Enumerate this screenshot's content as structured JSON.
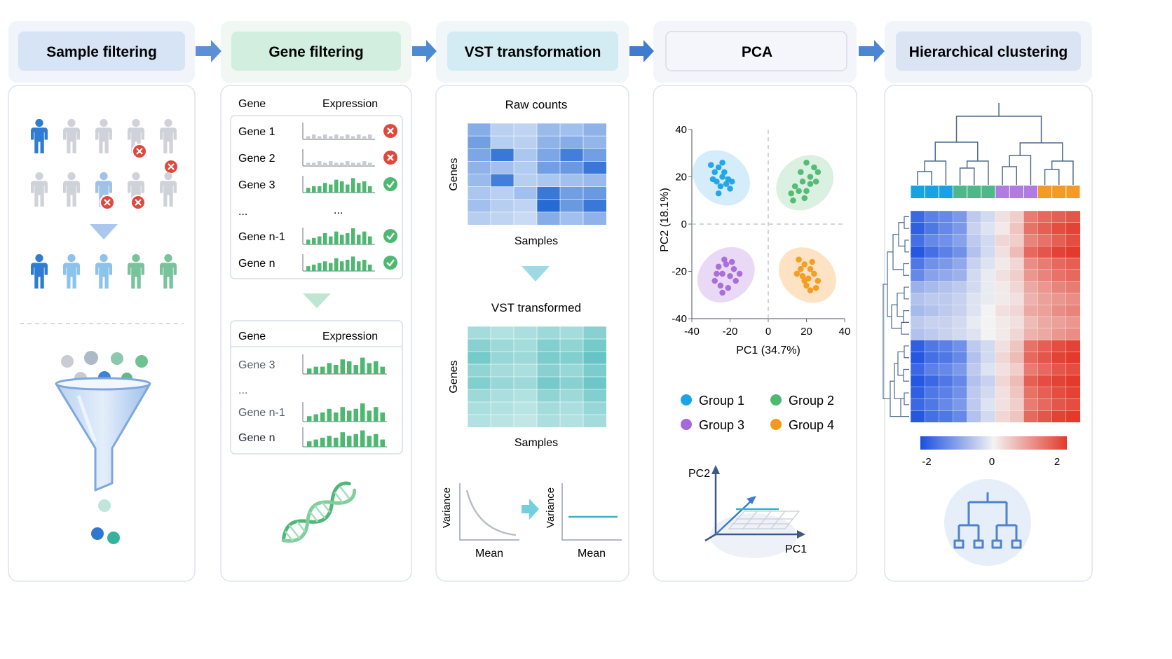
{
  "stages": [
    {
      "title": "Sample filtering",
      "color": "#d6e4f6"
    },
    {
      "title": "Gene filtering",
      "color": "#d2eedf"
    },
    {
      "title": "VST transformation",
      "color": "#d3ecf3"
    },
    {
      "title": "PCA",
      "color": "#eef2fb"
    },
    {
      "title": "Hierarchical clustering",
      "color": "#dbe4f3"
    }
  ],
  "gene_filter": {
    "header_gene": "Gene",
    "header_expression": "Expression",
    "rows_before": [
      {
        "gene": "Gene 1",
        "pass": false
      },
      {
        "gene": "Gene 2",
        "pass": false
      },
      {
        "gene": "Gene 3",
        "pass": true
      },
      {
        "gene": "...",
        "pass": null
      },
      {
        "gene": "Gene n-1",
        "pass": true
      },
      {
        "gene": "Gene n",
        "pass": true
      }
    ],
    "ellipsis_expr": "...",
    "rows_after": [
      "Gene 3",
      "...",
      "Gene n-1",
      "Gene n"
    ]
  },
  "vst": {
    "raw_title": "Raw counts",
    "transformed_title": "VST transformed",
    "axis_genes": "Genes",
    "axis_samples": "Samples",
    "variance_label": "Variance",
    "mean_label": "Mean"
  },
  "pca": {
    "xlabel": "PC1 (34.7%)",
    "ylabel": "PC2 (18.1%)",
    "ticks": [
      "-40",
      "-20",
      "0",
      "20",
      "40"
    ],
    "axis3d_pc1": "PC1",
    "axis3d_pc2": "PC2",
    "groups": [
      {
        "name": "Group 1",
        "color": "#1aa3e8"
      },
      {
        "name": "Group 2",
        "color": "#4cb870"
      },
      {
        "name": "Group 3",
        "color": "#a66ad8"
      },
      {
        "name": "Group 4",
        "color": "#f39a1c"
      }
    ]
  },
  "clustering": {
    "colorbar_ticks": [
      "-2",
      "0",
      "2"
    ],
    "column_colors": [
      "#17a2e6",
      "#17a2e6",
      "#17a2e6",
      "#4db88a",
      "#4db88a",
      "#4db88a",
      "#b07ce0",
      "#b07ce0",
      "#b07ce0",
      "#f59a22",
      "#f59a22",
      "#f59a22"
    ]
  },
  "icons": [
    "person-icon",
    "reject-icon",
    "check-icon",
    "funnel-icon",
    "dna-icon",
    "dendrogram-icon",
    "arrow-right-icon",
    "arrow-down-icon"
  ],
  "chart_data": [
    {
      "type": "scatter",
      "title": "",
      "xlabel": "PC1 (34.7%)",
      "ylabel": "PC2 (18.1%)",
      "xlim": [
        -40,
        40
      ],
      "ylim": [
        -40,
        40
      ],
      "grid": false,
      "legend": "bottom",
      "series": [
        {
          "name": "Group 1",
          "points": [
            [
              -30,
              25
            ],
            [
              -28,
              22
            ],
            [
              -26,
              24
            ],
            [
              -27,
              18
            ],
            [
              -24,
              20
            ],
            [
              -22,
              17
            ],
            [
              -20,
              15
            ],
            [
              -25,
              16
            ],
            [
              -29,
              19
            ],
            [
              -23,
              22
            ],
            [
              -21,
              19
            ],
            [
              -26,
              13
            ],
            [
              -19,
              18
            ],
            [
              -24,
              26
            ]
          ]
        },
        {
          "name": "Group 2",
          "points": [
            [
              20,
              26
            ],
            [
              24,
              24
            ],
            [
              22,
              20
            ],
            [
              26,
              22
            ],
            [
              18,
              18
            ],
            [
              16,
              14
            ],
            [
              14,
              16
            ],
            [
              20,
              14
            ],
            [
              12,
              13
            ],
            [
              22,
              17
            ],
            [
              25,
              18
            ],
            [
              17,
              22
            ],
            [
              13,
              10
            ],
            [
              19,
              11
            ]
          ]
        },
        {
          "name": "Group 3",
          "points": [
            [
              -26,
              -18
            ],
            [
              -24,
              -21
            ],
            [
              -22,
              -17
            ],
            [
              -20,
              -22
            ],
            [
              -18,
              -19
            ],
            [
              -28,
              -24
            ],
            [
              -25,
              -26
            ],
            [
              -21,
              -27
            ],
            [
              -17,
              -24
            ],
            [
              -23,
              -15
            ],
            [
              -27,
              -21
            ],
            [
              -19,
              -16
            ],
            [
              -24,
              -29
            ],
            [
              -15,
              -21
            ]
          ]
        },
        {
          "name": "Group 4",
          "points": [
            [
              16,
              -15
            ],
            [
              19,
              -17
            ],
            [
              22,
              -19
            ],
            [
              18,
              -22
            ],
            [
              21,
              -23
            ],
            [
              24,
              -21
            ],
            [
              20,
              -26
            ],
            [
              26,
              -24
            ],
            [
              17,
              -19
            ],
            [
              23,
              -16
            ],
            [
              25,
              -27
            ],
            [
              15,
              -21
            ],
            [
              19,
              -24
            ],
            [
              22,
              -28
            ]
          ]
        }
      ]
    },
    {
      "type": "heatmap",
      "title": "",
      "colorbar_range": [
        -2,
        2
      ],
      "rows": 18,
      "columns": 12,
      "values": [
        [
          -1.7,
          -1.4,
          -1.3,
          -1.1,
          -0.5,
          -0.3,
          0.2,
          0.4,
          1.3,
          1.5,
          1.6,
          1.7
        ],
        [
          -1.8,
          -1.5,
          -1.3,
          -1.1,
          -0.4,
          -0.2,
          0.1,
          0.5,
          1.4,
          1.6,
          1.8,
          1.9
        ],
        [
          -1.6,
          -1.3,
          -1.2,
          -1.0,
          -0.5,
          -0.3,
          0.3,
          0.4,
          1.2,
          1.4,
          1.6,
          1.8
        ],
        [
          -1.9,
          -1.6,
          -1.4,
          -1.2,
          -0.6,
          -0.3,
          0.2,
          0.6,
          1.5,
          1.7,
          1.9,
          2.0
        ],
        [
          -1.5,
          -1.2,
          -1.1,
          -0.9,
          -0.4,
          -0.2,
          0.1,
          0.3,
          1.1,
          1.3,
          1.5,
          1.6
        ],
        [
          -1.3,
          -1.0,
          -0.9,
          -0.8,
          -0.3,
          -0.1,
          0.2,
          0.4,
          1.0,
          1.2,
          1.4,
          1.5
        ],
        [
          -0.8,
          -0.7,
          -0.6,
          -0.5,
          -0.3,
          -0.1,
          0.1,
          0.3,
          0.8,
          1.0,
          1.2,
          1.3
        ],
        [
          -0.6,
          -0.5,
          -0.5,
          -0.4,
          -0.2,
          -0.1,
          0.1,
          0.2,
          0.7,
          0.9,
          1.0,
          1.1
        ],
        [
          -0.7,
          -0.6,
          -0.5,
          -0.4,
          -0.2,
          0.0,
          0.2,
          0.3,
          0.8,
          0.9,
          1.1,
          1.2
        ],
        [
          -0.5,
          -0.4,
          -0.4,
          -0.3,
          -0.1,
          0.0,
          0.1,
          0.2,
          0.6,
          0.8,
          0.9,
          1.0
        ],
        [
          -0.6,
          -0.5,
          -0.4,
          -0.3,
          -0.2,
          0.0,
          0.1,
          0.3,
          0.7,
          0.8,
          1.0,
          1.1
        ],
        [
          -1.8,
          -1.5,
          -1.4,
          -1.2,
          -0.5,
          -0.3,
          0.2,
          0.5,
          1.4,
          1.6,
          1.8,
          1.9
        ],
        [
          -1.9,
          -1.6,
          -1.5,
          -1.3,
          -0.6,
          -0.3,
          0.3,
          0.6,
          1.5,
          1.7,
          1.9,
          2.0
        ],
        [
          -1.7,
          -1.4,
          -1.3,
          -1.1,
          -0.5,
          -0.2,
          0.2,
          0.4,
          1.3,
          1.5,
          1.7,
          1.8
        ],
        [
          -1.9,
          -1.7,
          -1.5,
          -1.3,
          -0.6,
          -0.4,
          0.3,
          0.6,
          1.6,
          1.8,
          1.9,
          2.0
        ],
        [
          -1.8,
          -1.5,
          -1.4,
          -1.2,
          -0.5,
          -0.3,
          0.2,
          0.5,
          1.4,
          1.6,
          1.8,
          1.9
        ],
        [
          -1.7,
          -1.5,
          -1.3,
          -1.1,
          -0.5,
          -0.2,
          0.2,
          0.4,
          1.3,
          1.5,
          1.7,
          1.8
        ],
        [
          -1.9,
          -1.6,
          -1.5,
          -1.3,
          -0.6,
          -0.3,
          0.3,
          0.5,
          1.5,
          1.7,
          1.9,
          2.0
        ]
      ]
    },
    {
      "type": "heatmap",
      "title": "Raw counts",
      "xlabel": "Samples",
      "ylabel": "Genes",
      "rows": 8,
      "columns": 6,
      "values": [
        [
          0.45,
          0.18,
          0.15,
          0.35,
          0.3,
          0.4
        ],
        [
          0.55,
          0.2,
          0.18,
          0.4,
          0.45,
          0.38
        ],
        [
          0.5,
          0.85,
          0.25,
          0.5,
          0.8,
          0.55
        ],
        [
          0.4,
          0.3,
          0.22,
          0.55,
          0.6,
          0.85
        ],
        [
          0.35,
          0.8,
          0.2,
          0.25,
          0.3,
          0.35
        ],
        [
          0.25,
          0.18,
          0.3,
          0.85,
          0.55,
          0.6
        ],
        [
          0.3,
          0.2,
          0.15,
          0.95,
          0.6,
          0.85
        ],
        [
          0.2,
          0.15,
          0.1,
          0.45,
          0.3,
          0.4
        ]
      ]
    },
    {
      "type": "heatmap",
      "title": "VST transformed",
      "xlabel": "Samples",
      "ylabel": "Genes",
      "rows": 8,
      "columns": 6,
      "values": [
        [
          0.35,
          0.25,
          0.3,
          0.4,
          0.35,
          0.55
        ],
        [
          0.55,
          0.4,
          0.35,
          0.6,
          0.5,
          0.7
        ],
        [
          0.7,
          0.45,
          0.4,
          0.65,
          0.6,
          0.8
        ],
        [
          0.5,
          0.35,
          0.3,
          0.55,
          0.45,
          0.65
        ],
        [
          0.6,
          0.45,
          0.4,
          0.7,
          0.55,
          0.75
        ],
        [
          0.4,
          0.3,
          0.25,
          0.5,
          0.4,
          0.6
        ],
        [
          0.3,
          0.25,
          0.2,
          0.35,
          0.3,
          0.45
        ],
        [
          0.25,
          0.2,
          0.15,
          0.3,
          0.25,
          0.35
        ]
      ]
    },
    {
      "type": "bar",
      "title": "",
      "categories": [
        "Gene 1",
        "Gene 2",
        "Gene 3",
        "Gene n-1",
        "Gene n"
      ],
      "series": [
        {
          "values": [
            2,
            3,
            2,
            3,
            2,
            3,
            2,
            3,
            2,
            3,
            2,
            3
          ]
        },
        {
          "values": [
            2,
            2,
            3,
            2,
            3,
            2,
            2,
            3,
            2,
            2,
            3,
            2
          ]
        },
        {
          "values": [
            3,
            4,
            4,
            6,
            5,
            8,
            7,
            5,
            9,
            6,
            7,
            4
          ]
        },
        {
          "values": [
            3,
            4,
            5,
            7,
            5,
            8,
            6,
            7,
            10,
            6,
            8,
            5
          ]
        },
        {
          "values": [
            3,
            4,
            5,
            6,
            5,
            8,
            6,
            7,
            9,
            6,
            7,
            4
          ]
        }
      ]
    }
  ]
}
